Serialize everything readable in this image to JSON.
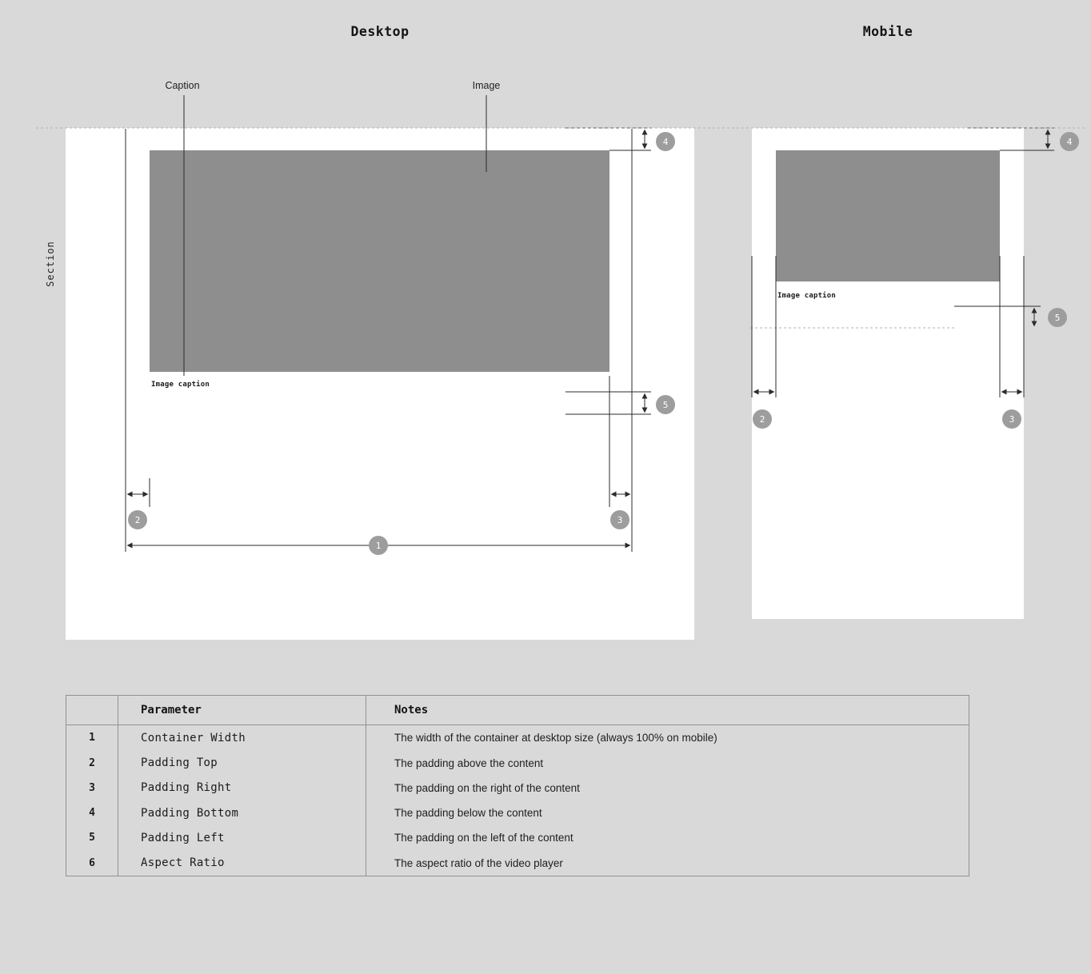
{
  "colors": {
    "background": "#d9d9d9",
    "panel": "#ffffff",
    "image_block": "#8e8e8e",
    "marker_bg": "#9d9d9d",
    "marker_text": "#ffffff",
    "line": "#2b2b2b",
    "dashed_line": "#b4b4b4",
    "table_border": "#919191"
  },
  "titles": {
    "desktop": "Desktop",
    "mobile": "Mobile"
  },
  "labels": {
    "caption": "Caption",
    "image": "Image",
    "section": "Section"
  },
  "desktop_diagram": {
    "image_caption": "Image caption"
  },
  "mobile_diagram": {
    "image_caption": "Image caption"
  },
  "markers": {
    "one": "1",
    "two": "2",
    "three": "3",
    "four": "4",
    "five": "5"
  },
  "table": {
    "header": {
      "parameter": "Parameter",
      "notes": "Notes"
    },
    "rows": [
      {
        "num": "1",
        "parameter": "Container Width",
        "notes": "The width of the container at desktop size (always 100% on mobile)"
      },
      {
        "num": "2",
        "parameter": "Padding Top",
        "notes": "The padding above the content"
      },
      {
        "num": "3",
        "parameter": "Padding Right",
        "notes": "The padding on the right of the content"
      },
      {
        "num": "4",
        "parameter": "Padding Bottom",
        "notes": "The padding below the content"
      },
      {
        "num": "5",
        "parameter": "Padding Left",
        "notes": "The padding on the left of the content"
      },
      {
        "num": "6",
        "parameter": "Aspect Ratio",
        "notes": "The aspect ratio of the video player"
      }
    ]
  }
}
